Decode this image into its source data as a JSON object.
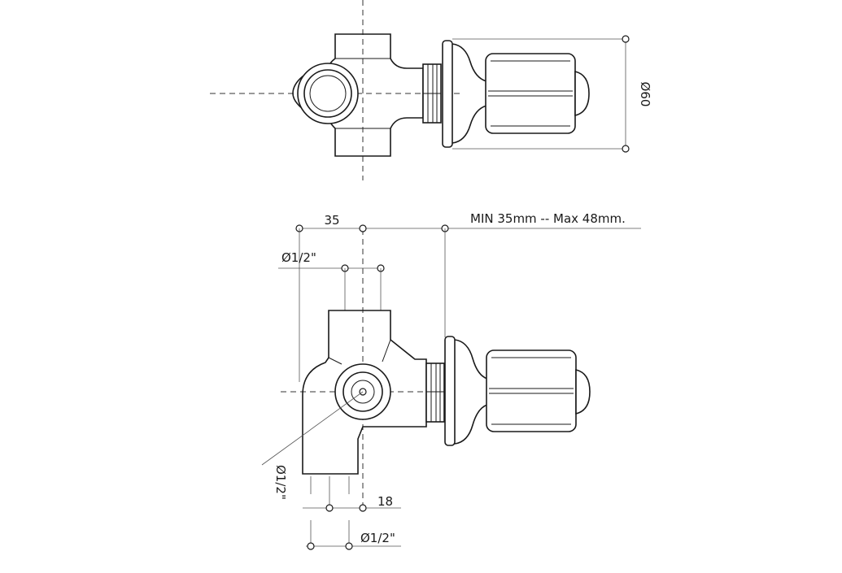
{
  "dimensions": {
    "top_diameter": "Ø60",
    "width_35": "35",
    "depth_range": "MIN 35mm -- Max 48mm.",
    "top_inlet": "Ø1/2\"",
    "side_inlet": "Ø1/2\"",
    "offset_18": "18",
    "bottom_outlet": "Ø1/2\""
  },
  "colors": {
    "line": "#1a1a1a",
    "background": "#ffffff"
  }
}
